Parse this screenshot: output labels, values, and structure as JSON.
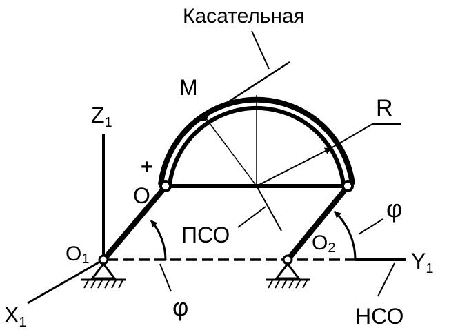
{
  "labels": {
    "tangent": "Касательная",
    "point_m": "M",
    "radius": "R",
    "z_axis": "Z",
    "z_sub": "1",
    "plus_sign": "+",
    "origin_o": "O",
    "pso": "ПСО",
    "phi_right": "φ",
    "o1": "O",
    "o1_sub": "1",
    "o2": "O",
    "o2_sub": "2",
    "y_axis": "Y",
    "y_sub": "1",
    "x_axis": "X",
    "x_sub": "1",
    "phi_bottom": "φ",
    "nso": "НСО"
  },
  "colors": {
    "ink": "#000000",
    "background": "#ffffff"
  }
}
